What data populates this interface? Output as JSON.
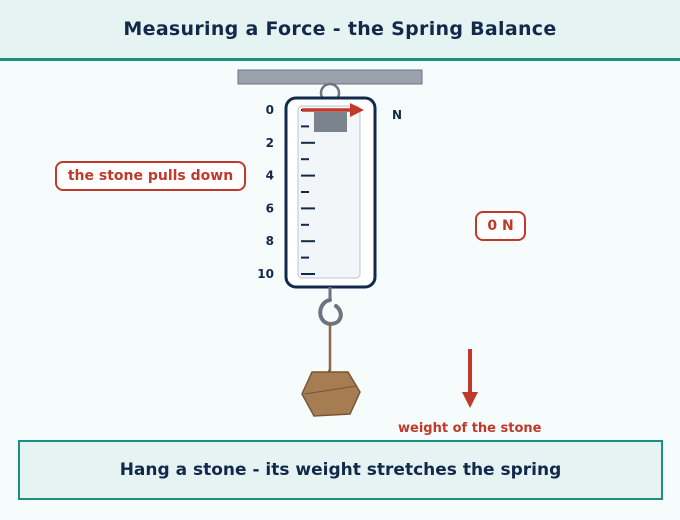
{
  "header": {
    "title": "Measuring a Force - the Spring Balance"
  },
  "scale": {
    "unit": "N",
    "tick_labels": [
      "0",
      "2",
      "4",
      "6",
      "8",
      "10"
    ],
    "max_newtons": 10,
    "pointer_newtons": 0
  },
  "labels": {
    "pull": "the stone pulls down",
    "reading": "0 N",
    "weight": "weight of the stone"
  },
  "footer": {
    "caption": "Hang a stone - its weight stretches the spring"
  },
  "colors": {
    "accent": "#1a9080",
    "navy": "#13294b",
    "force_arrow": "#c0392b",
    "stone": "#a67c52",
    "metal": "#9aa3ad"
  }
}
